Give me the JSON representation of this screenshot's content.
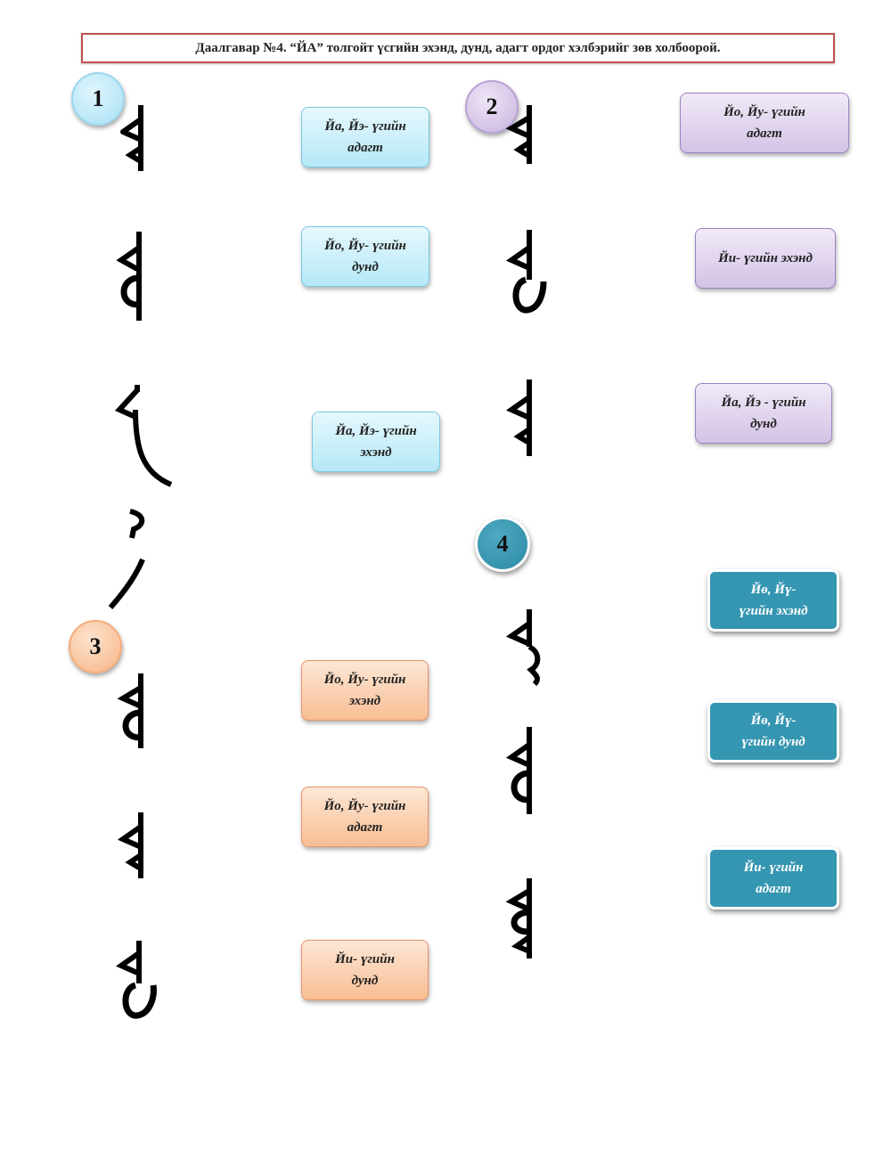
{
  "title": "Даалгавар №4. “ЙА” толгойт үсгийн эхэнд, дунд, адагт ордог хэлбэрийг зөв холбоорой.",
  "groups": [
    {
      "number": "1",
      "cards": [
        "Йа, Йэ- үгийн\nадагт",
        "Йо, Йу- үгийн\nдунд",
        "Йа, Йэ- үгийн\nэхэнд"
      ]
    },
    {
      "number": "2",
      "cards": [
        "Йо, Йу- үгийн\nадагт",
        "Йи- үгийн эхэнд",
        "Йа, Йэ - үгийн\nдунд"
      ]
    },
    {
      "number": "3",
      "cards": [
        "Йо, Йу- үгийн\nэхэнд",
        "Йо, Йу- үгийн\nадагт",
        "Йи- үгийн\nдунд"
      ]
    },
    {
      "number": "4",
      "cards": [
        "Йө, Йү-\nүгийн эхэнд",
        "Йө, Йү-\nүгийн дунд",
        "Йи- үгийн\nадагт"
      ]
    }
  ],
  "colors": {
    "title_border": "#c0504d",
    "group1": "#b5e8f7",
    "group2": "#d3c2e6",
    "group3": "#f8be94",
    "group4": "#3596b2"
  },
  "icons": [
    "mongol-script-letter-glyph"
  ]
}
